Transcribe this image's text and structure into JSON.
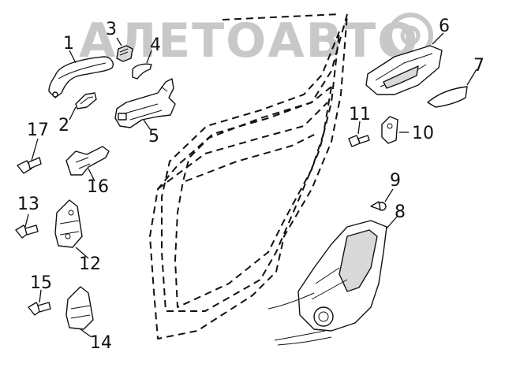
{
  "watermark": {
    "text": "АЛЕТОАВТО",
    "color": "#c8c8c8"
  },
  "diagram": {
    "type": "exploded-parts",
    "line_color": "#111111",
    "background": "#ffffff",
    "callouts": [
      {
        "id": "c1",
        "label": "1"
      },
      {
        "id": "c2",
        "label": "2"
      },
      {
        "id": "c3",
        "label": "3"
      },
      {
        "id": "c4",
        "label": "4"
      },
      {
        "id": "c5",
        "label": "5"
      },
      {
        "id": "c6",
        "label": "6"
      },
      {
        "id": "c7",
        "label": "7"
      },
      {
        "id": "c8",
        "label": "8"
      },
      {
        "id": "c9",
        "label": "9"
      },
      {
        "id": "c10",
        "label": "10"
      },
      {
        "id": "c11",
        "label": "11"
      },
      {
        "id": "c12",
        "label": "12"
      },
      {
        "id": "c13",
        "label": "13"
      },
      {
        "id": "c14",
        "label": "14"
      },
      {
        "id": "c15",
        "label": "15"
      },
      {
        "id": "c16",
        "label": "16"
      },
      {
        "id": "c17",
        "label": "17"
      }
    ]
  }
}
